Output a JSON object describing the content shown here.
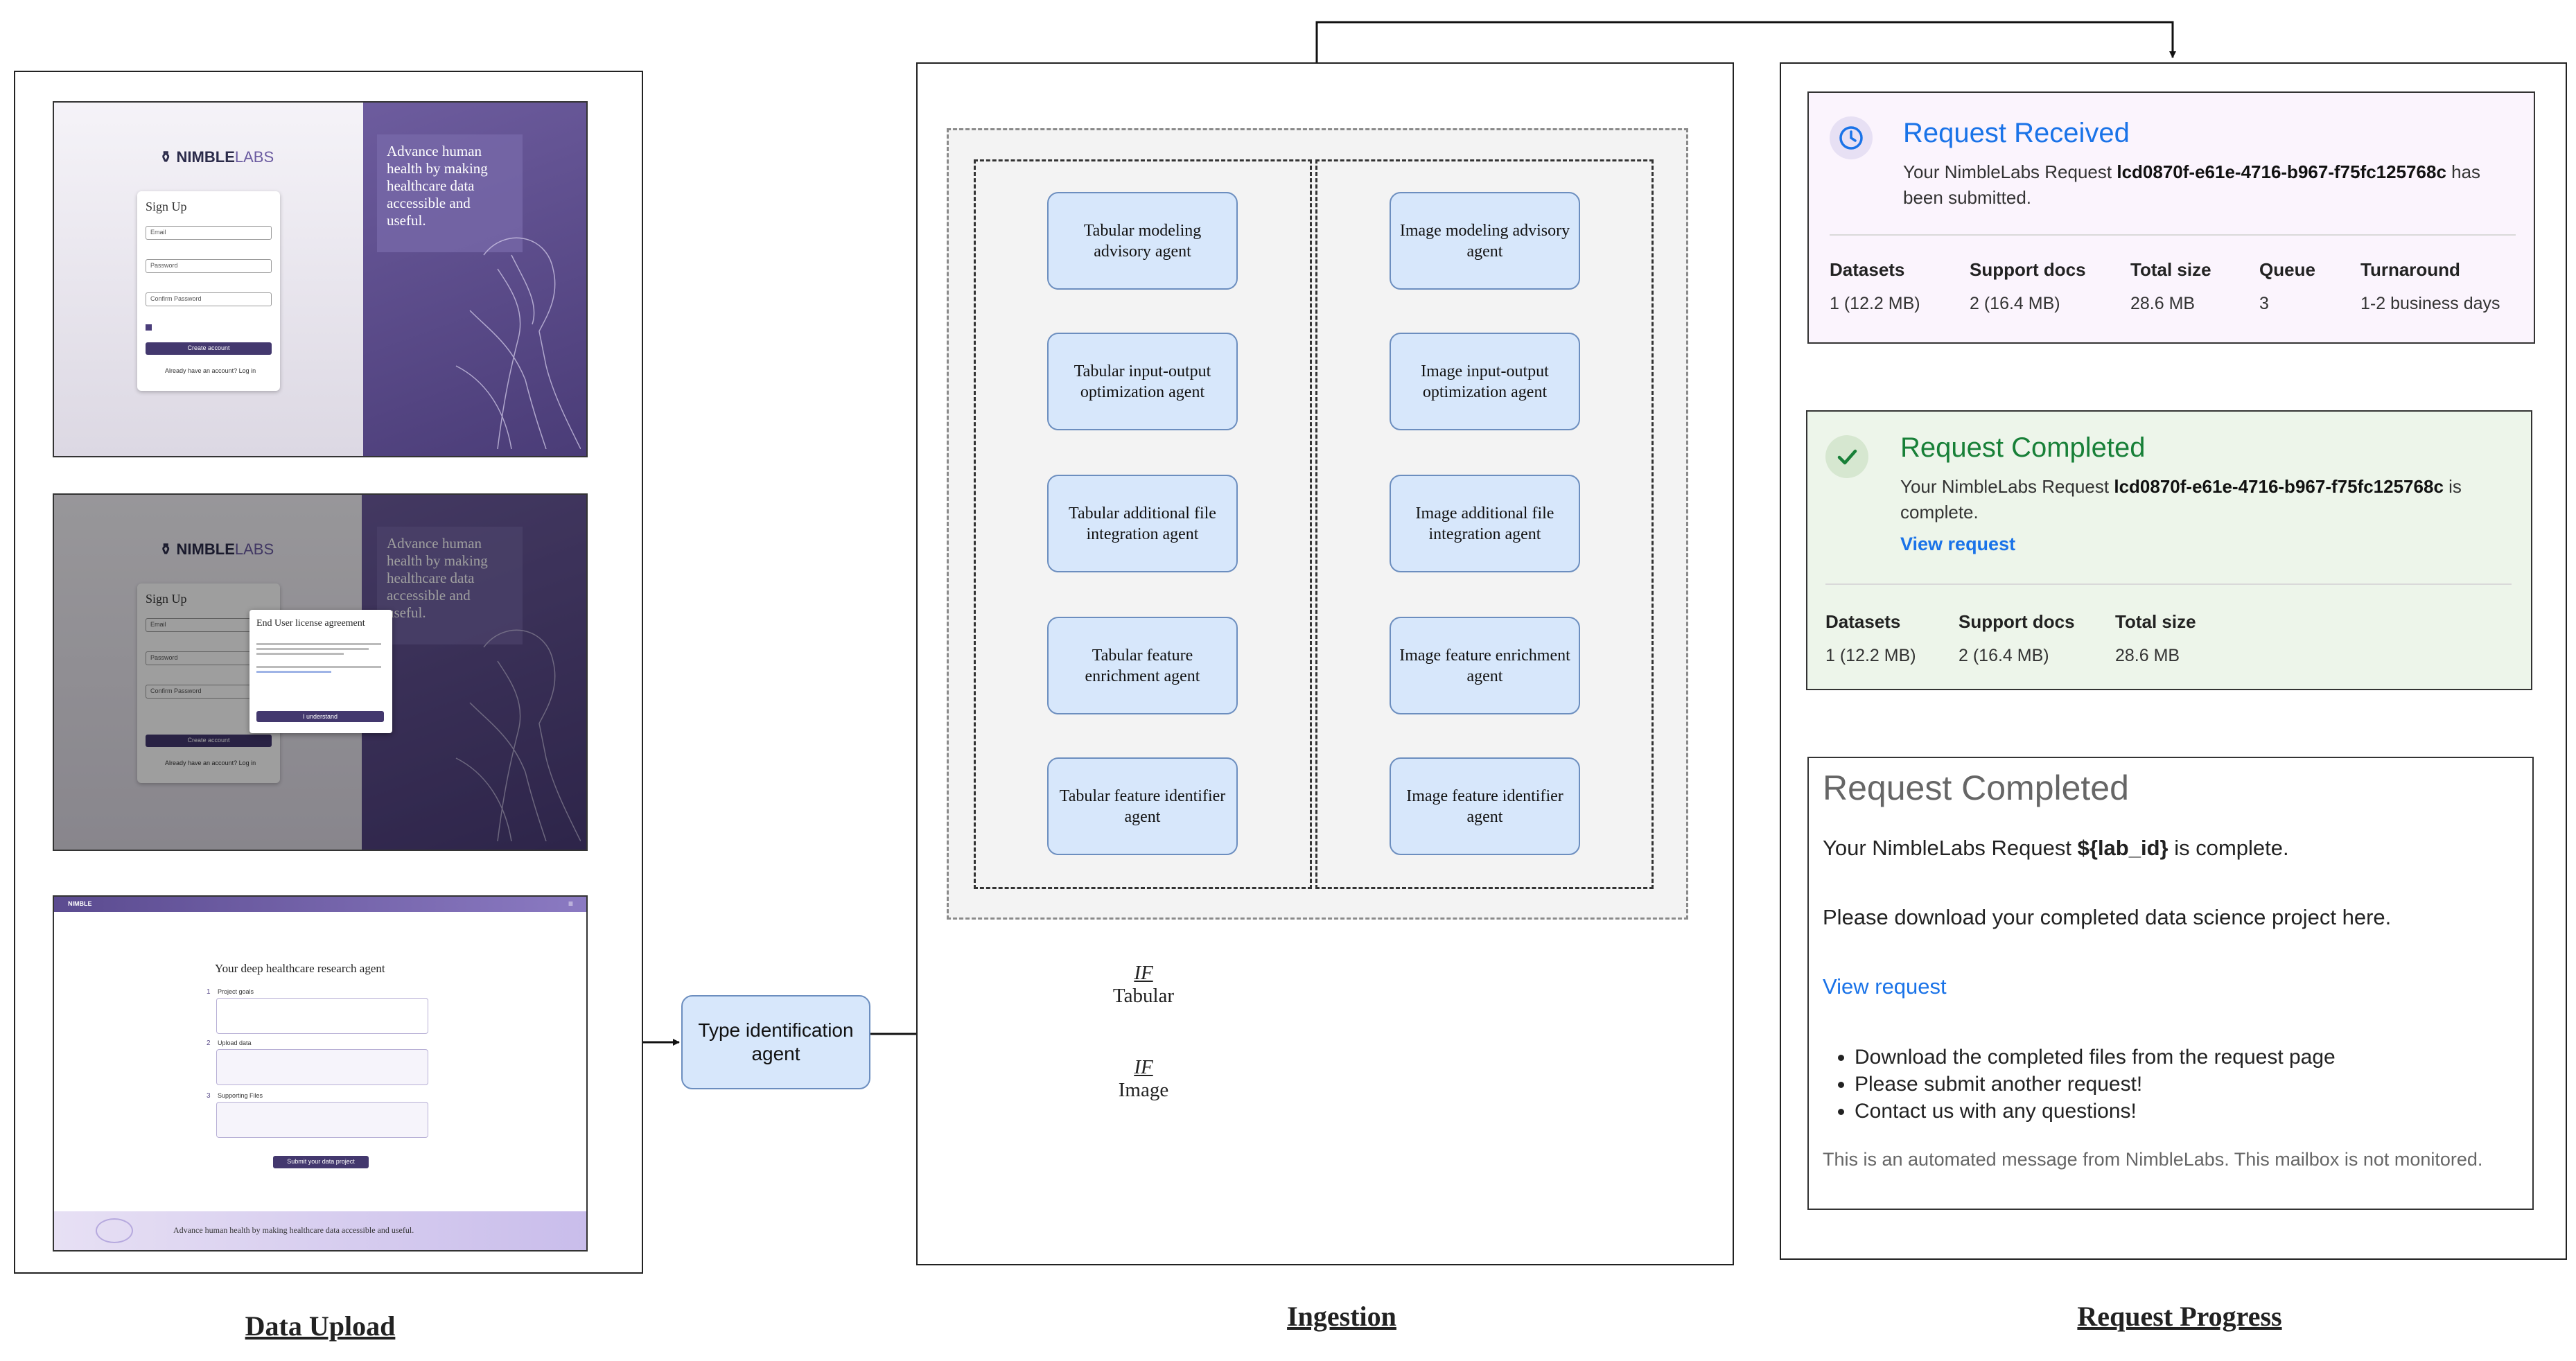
{
  "captions": {
    "data_upload": "Data Upload",
    "ingestion": "Ingestion",
    "request_progress": "Request Progress"
  },
  "data_upload": {
    "screen1": {
      "logo_main": "NIMBLE",
      "logo_suffix": "LABS",
      "hero": "Advance human health by making healthcare data accessible and useful.",
      "form_title": "Sign Up",
      "email_placeholder": "Email",
      "password_placeholder": "Password",
      "confirm_placeholder": "Confirm Password",
      "create_button": "Create account",
      "login_prompt": "Already have an account? Log in"
    },
    "screen2": {
      "logo_main": "NIMBLE",
      "logo_suffix": "LABS",
      "hero": "Advance human health by making healthcare data accessible and useful.",
      "form_title": "Sign Up",
      "email_placeholder": "Email",
      "password_placeholder": "Password",
      "confirm_placeholder": "Confirm Password",
      "create_button": "Create account",
      "login_prompt": "Already have an account? Log in",
      "modal_title": "End User license agreement",
      "modal_button": "I understand"
    },
    "screen3": {
      "brand": "NIMBLE",
      "heading": "Your deep healthcare research agent",
      "steps": [
        {
          "num": "1",
          "label": "Project goals"
        },
        {
          "num": "2",
          "label": "Upload data"
        },
        {
          "num": "3",
          "label": "Supporting Files"
        }
      ],
      "submit_button": "Submit your data project",
      "footer_text": "Advance human health by making healthcare data accessible and useful."
    }
  },
  "type_agent": "Type identification agent",
  "ingestion": {
    "tabular_agents": [
      "Tabular modeling advisory agent",
      "Tabular input-output optimization agent",
      "Tabular additional file integration agent",
      "Tabular feature enrichment agent",
      "Tabular feature identifier agent"
    ],
    "image_agents": [
      "Image modeling advisory agent",
      "Image input-output optimization agent",
      "Image additional file integration agent",
      "Image feature enrichment agent",
      "Image feature identifier agent"
    ],
    "cond_tabular": {
      "if": "IF",
      "label": "Tabular"
    },
    "cond_image": {
      "if": "IF",
      "label": "Image"
    }
  },
  "progress": {
    "received": {
      "title": "Request Received",
      "line1_prefix": "Your NimbleLabs Request ",
      "request_id": "lcd0870f-e61e-4716-b967-f75fc125768c",
      "line1_suffix": " has",
      "line2": "been submitted.",
      "stats": [
        {
          "label": "Datasets",
          "value": "1 (12.2 MB)"
        },
        {
          "label": "Support docs",
          "value": "2 (16.4 MB)"
        },
        {
          "label": "Total size",
          "value": "28.6 MB"
        },
        {
          "label": "Queue",
          "value": "3"
        },
        {
          "label": "Turnaround",
          "value": "1-2 business days"
        }
      ]
    },
    "completed": {
      "title": "Request Completed",
      "line1_prefix": "Your NimbleLabs Request ",
      "request_id": "lcd0870f-e61e-4716-b967-f75fc125768c",
      "line1_suffix": " is",
      "line2": "complete.",
      "link": "View request",
      "stats": [
        {
          "label": "Datasets",
          "value": "1 (12.2 MB)"
        },
        {
          "label": "Support docs",
          "value": "2 (16.4 MB)"
        },
        {
          "label": "Total size",
          "value": "28.6 MB"
        }
      ]
    },
    "email": {
      "title": "Request Completed",
      "line1_prefix": "Your NimbleLabs Request ",
      "line1_var": "${lab_id}",
      "line1_suffix": " is complete.",
      "line2": "Please download your completed data science project here.",
      "link": "View request",
      "bullets": [
        "Download the completed files from the request page",
        "Please submit another request!",
        "Contact us with any questions!"
      ],
      "footer": "This is an automated message from NimbleLabs. This mailbox is not monitored."
    }
  },
  "colors": {
    "agent_fill": "#d7e7fb",
    "agent_stroke": "#6c8ebf",
    "received_bg": "#fbf4fd",
    "received_accent": "#1a73e8",
    "completed_bg": "#edf5ea",
    "completed_accent": "#188038"
  }
}
